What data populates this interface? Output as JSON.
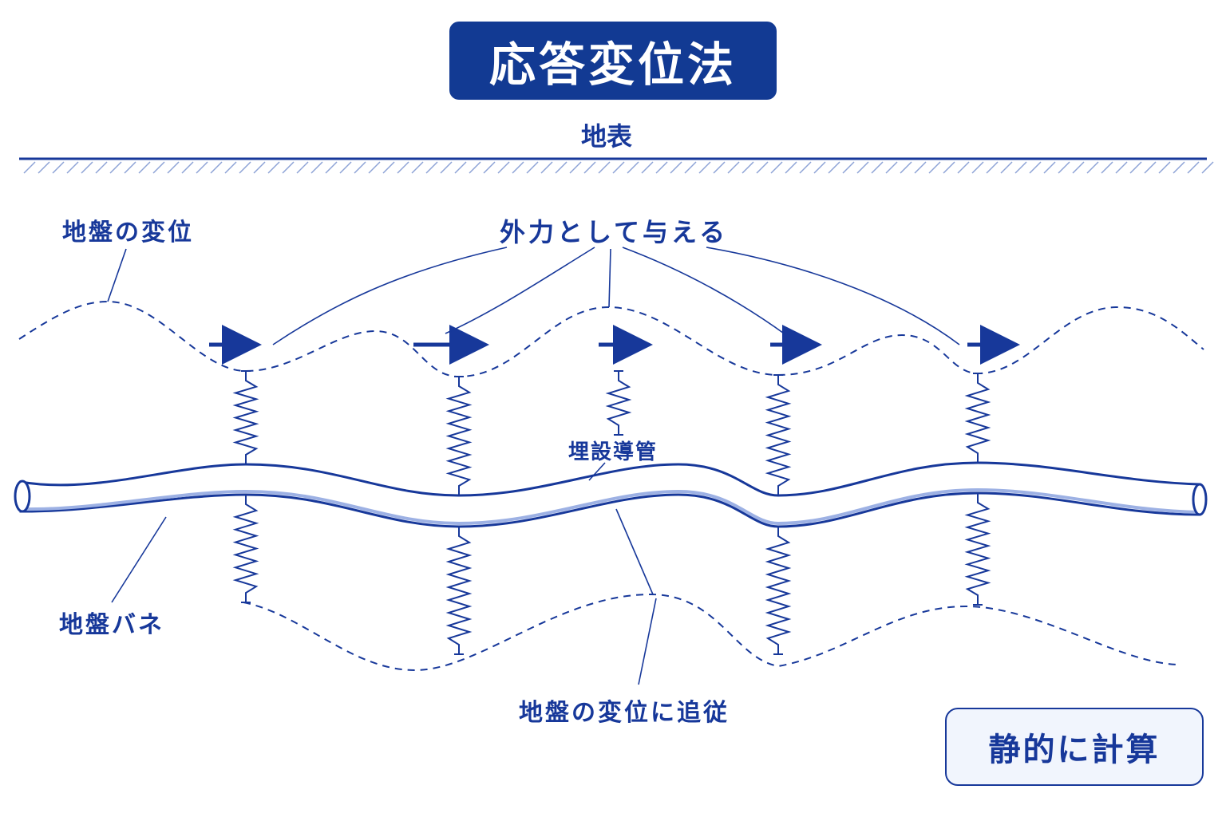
{
  "title": "応答変位法",
  "labels": {
    "ground_surface": "地表",
    "ground_displacement": "地盤の変位",
    "external_force": "外力として与える",
    "buried_pipe": "埋設導管",
    "ground_spring": "地盤バネ",
    "follows_displacement": "地盤の変位に追従"
  },
  "result": "静的に計算",
  "colors": {
    "primary": "#17389a",
    "title_bg": "#123a93",
    "pipe_fill": "#ffffff",
    "result_bg": "#f1f5fd"
  }
}
